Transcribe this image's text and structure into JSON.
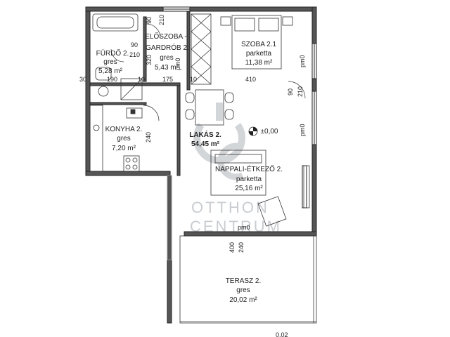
{
  "watermark": {
    "logo": "OC",
    "line1": "OTTHON",
    "line2": "CENTRUM"
  },
  "apartment": {
    "name": "LAKÁS 2.",
    "area": "54,45 m²",
    "level": "±0,00"
  },
  "rooms": {
    "bath": {
      "name": "FÜRDŐ 2.",
      "floor": "gres",
      "area": "5,28 m²"
    },
    "hall": {
      "name": "ELŐSZOBA -",
      "name2": "GARDRÓB 2.",
      "floor": "gres",
      "area": "5,43 m²"
    },
    "bedroom": {
      "name": "SZOBA 2.1",
      "floor": "parketta",
      "area": "11,38 m²"
    },
    "kitchen": {
      "name": "KONYHA 2.",
      "floor": "gres",
      "area": "7,20 m²"
    },
    "living": {
      "name": "NAPPALI-ÉTKEZŐ 2.",
      "floor": "parketta",
      "area": "25,16 m²"
    },
    "terrace": {
      "name": "TERASZ 2.",
      "floor": "gres",
      "area": "20,02 m²"
    }
  },
  "dimensions": {
    "d90a": "90",
    "d210a": "210",
    "d90b": "90",
    "d210b": "210",
    "d320": "320",
    "d30": "30",
    "d190": "190",
    "d10a": "10",
    "d175": "175",
    "d10b": "10",
    "d410": "410",
    "d90c": "90",
    "d210c": "210",
    "d240a": "240",
    "d400": "400",
    "d240b": "240",
    "pm0a": "pm0",
    "pm0b": "pm0",
    "pm0c": "pm0",
    "pm0d": "pm0",
    "d002": "0,02"
  }
}
